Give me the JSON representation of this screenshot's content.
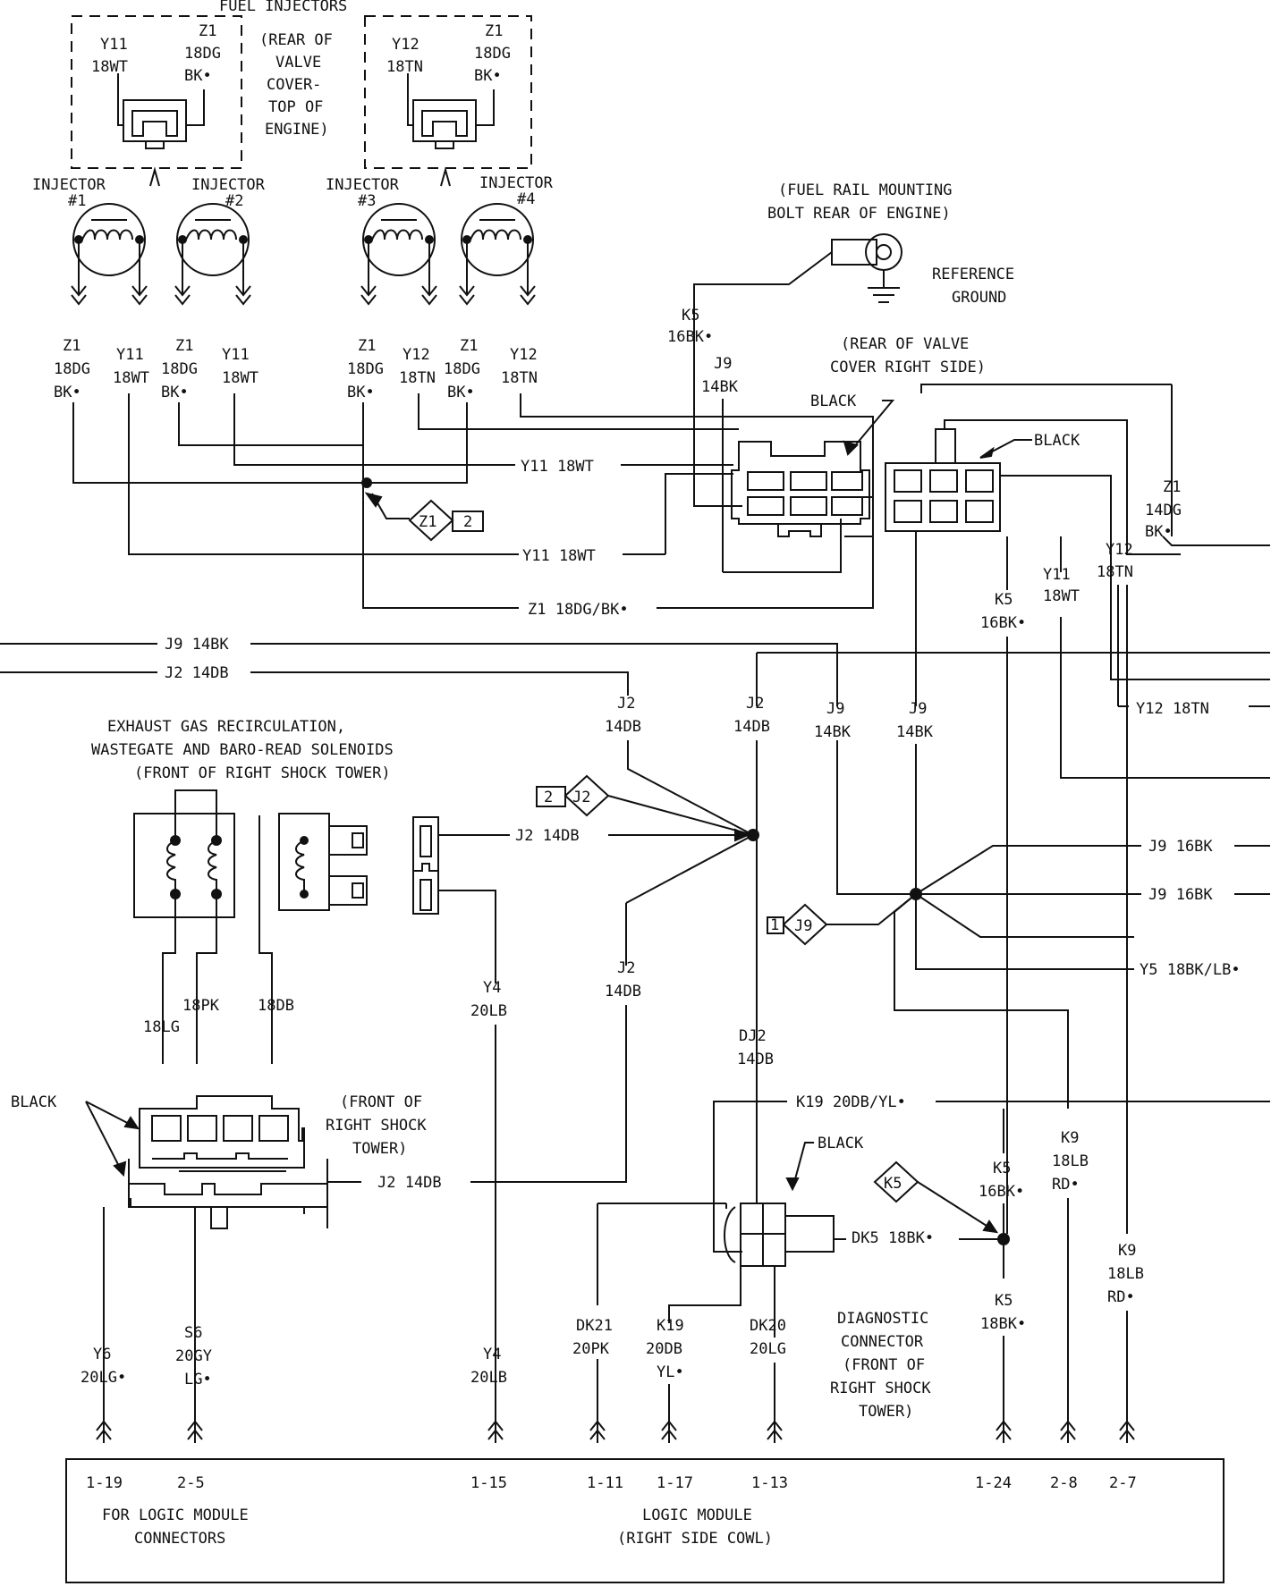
{
  "fuel_injectors": {
    "title": "FUEL INJECTORS",
    "location": [
      "(REAR OF",
      "VALVE",
      "COVER-",
      "TOP OF",
      "ENGINE)"
    ],
    "conn_a": {
      "left_id": "Y11",
      "left_wire": "18WT",
      "right_id": "Z1",
      "right_wire": "18DG",
      "right_color": "BK•"
    },
    "conn_b": {
      "left_id": "Y12",
      "left_wire": "18TN",
      "right_id": "Z1",
      "right_wire": "18DG",
      "right_color": "BK•"
    },
    "injector_labels": [
      "INJECTOR",
      "INJECTOR",
      "INJECTOR",
      "INJECTOR"
    ],
    "injector_numbers": [
      "#1",
      "#2",
      "#3",
      "#4"
    ],
    "wires": [
      {
        "id": "Z1",
        "size": "18DG",
        "color": "BK•"
      },
      {
        "id": "Y11",
        "size": "18WT"
      },
      {
        "id": "Z1",
        "size": "18DG",
        "color": "BK•"
      },
      {
        "id": "Y11",
        "size": "18WT"
      },
      {
        "id": "Z1",
        "size": "18DG",
        "color": "BK•"
      },
      {
        "id": "Y12",
        "size": "18TN"
      },
      {
        "id": "Z1",
        "size": "18DG",
        "color": "BK•"
      },
      {
        "id": "Y12",
        "size": "18TN"
      }
    ]
  },
  "fuel_rail": {
    "location": [
      "(FUEL RAIL MOUNTING",
      "BOLT REAR OF ENGINE)"
    ]
  },
  "reference_ground": [
    "REFERENCE",
    "GROUND"
  ],
  "valve_cover_connector": {
    "location": [
      "(REAR OF VALVE",
      "COVER RIGHT SIDE)"
    ]
  },
  "black": "BLACK",
  "wires": {
    "k5": [
      "K5",
      "16BK•"
    ],
    "j9": [
      "J9",
      "14BK"
    ],
    "y11_run": "Y11 18WT",
    "z1_run": "Z1 18DG/BK•",
    "z1_right": [
      "Z1",
      "14DG",
      "BK•"
    ],
    "y12_right": [
      "Y12",
      "18TN"
    ],
    "y11_right": [
      "Y11",
      "18WT"
    ],
    "k5_right": [
      "K5",
      "16BK•"
    ],
    "j9_main": "J9 14BK",
    "j2_main": "J2 14DB",
    "j2_drop": [
      "J2",
      "14DB"
    ],
    "j9_drop": [
      "J9",
      "14BK"
    ],
    "y12_out": "Y12 18TN",
    "j9_16_a": "J9 16BK",
    "j9_16_b": "J9 16BK",
    "y5_out": "Y5 18BK/LB•",
    "j2_sol": "J2 14DB",
    "j2_lower": [
      "J2",
      "14DB"
    ],
    "y4_upper": [
      "Y4",
      "20LB"
    ],
    "dj2": [
      "DJ2",
      "14DB"
    ],
    "k19_run": "K19 20DB/YL•",
    "dk5_run": "DK5 18BK•",
    "k5_mid": [
      "K5",
      "16BK•"
    ],
    "k9_upper": [
      "K9",
      "18LB",
      "RD•"
    ],
    "k9_lower": [
      "K9",
      "18LB",
      "RD•"
    ],
    "j2_connector": "J2 14DB",
    "sol_wires": [
      "18LG",
      "18PK",
      "18DB"
    ]
  },
  "splice_tags": {
    "z1": "Z1",
    "z1_num": "2",
    "j2": "J2",
    "j2_num": "2",
    "j9": "J9",
    "j9_num": "1",
    "k5": "K5"
  },
  "solenoids": {
    "title": [
      "EXHAUST GAS RECIRCULATION,",
      "WASTEGATE AND BARO-READ SOLENOIDS",
      "(FRONT OF RIGHT SHOCK TOWER)"
    ]
  },
  "shock_connector": {
    "label": "BLACK",
    "location": [
      "(FRONT OF",
      "RIGHT SHOCK",
      "TOWER)"
    ]
  },
  "diagnostic": {
    "label": [
      "DIAGNOSTIC",
      "CONNECTOR",
      "(FRONT OF",
      "RIGHT SHOCK",
      "TOWER)"
    ],
    "black": "BLACK"
  },
  "module_wires": [
    {
      "id": "Y6",
      "size": "20LG•",
      "pin": "1-19"
    },
    {
      "id": "S6",
      "size": "20GY",
      "extra": "LG•",
      "pin": "2-5"
    },
    {
      "id": "Y4",
      "size": "20LB",
      "pin": "1-15"
    },
    {
      "id": "DK21",
      "size": "20PK",
      "pin": "1-11"
    },
    {
      "id": "K19",
      "size": "20DB",
      "extra": "YL•",
      "pin": "1-17"
    },
    {
      "id": "DK20",
      "size": "20LG",
      "pin": "1-13"
    },
    {
      "id": "K5",
      "size": "18BK•",
      "pin": "1-24"
    },
    {
      "pin": "2-8"
    },
    {
      "pin": "2-7"
    }
  ],
  "logic_module": {
    "note": [
      "FOR LOGIC MODULE",
      "CONNECTORS"
    ],
    "title": [
      "LOGIC MODULE",
      "(RIGHT SIDE COWL)"
    ]
  }
}
